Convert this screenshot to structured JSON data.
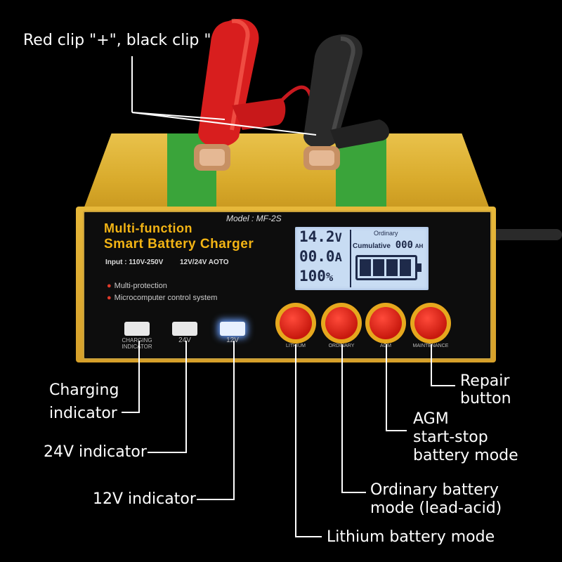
{
  "device": {
    "model": "Model : MF-2S",
    "brand_line1": "Multi-function",
    "brand_line2": "Smart  Battery Charger",
    "input_spec": "Input : 110V-250V",
    "voltage_spec": "12V/24V AOTO",
    "features": [
      "Multi-protection",
      "Microcomputer control system"
    ],
    "lcd": {
      "voltage": "14.2",
      "voltage_unit": "V",
      "current": "00.0",
      "current_unit": "A",
      "percent": "100",
      "percent_unit": "%",
      "mode": "Ordinary",
      "cumulative_label": "Cumulative",
      "cumulative_value": "000",
      "cumulative_unit": "AH",
      "battery_level_bars": 4,
      "battery_level_max": 4
    },
    "indicators": [
      {
        "label": "CHARGING INDICATOR",
        "state": "off"
      },
      {
        "label": "24V",
        "state": "off"
      },
      {
        "label": "12V",
        "state": "on"
      }
    ],
    "buttons": [
      {
        "label": "LITHIUM"
      },
      {
        "label": "ORDINARY"
      },
      {
        "label": "AGM"
      },
      {
        "label": "MAINTENANCE"
      }
    ]
  },
  "callouts": {
    "clips": "Red clip \"+\",  black clip \"-\"",
    "charging_line1": "Charging",
    "charging_line2": "indicator",
    "v24": "24V indicator",
    "v12": "12V indicator",
    "repair_line1": "Repair",
    "repair_line2": "button",
    "agm_line1": "AGM",
    "agm_line2": "start-stop",
    "agm_line3": "battery mode",
    "ordinary_line1": "Ordinary battery",
    "ordinary_line2": "mode (lead-acid)",
    "lithium": "Lithium battery mode"
  },
  "colors": {
    "brand_text": "#f3b414",
    "button_red": "#e0261a",
    "body_yellow": "#e0b033",
    "stripe_green": "#3aa43a",
    "lcd_bg": "#c8dcf3"
  }
}
